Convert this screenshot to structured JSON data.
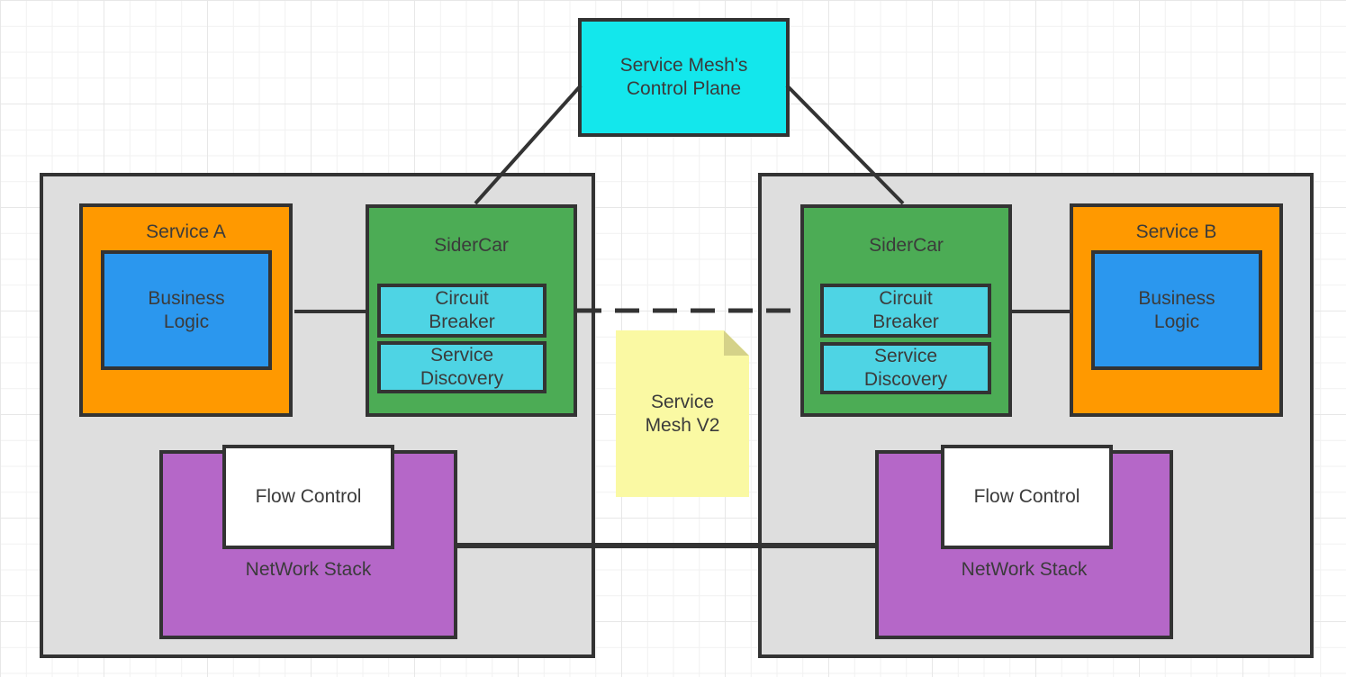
{
  "colors": {
    "background": "#FFFFFF",
    "grid_minor": "#F1F1F1",
    "grid_major": "#E7E7E7",
    "container_fill": "#DEDEDE",
    "orange": "#FF9900",
    "blue": "#2B97EE",
    "green": "#4CAC55",
    "teal": "#4ED4E4",
    "cyan": "#13E7EC",
    "purple": "#B567C8",
    "white": "#FFFFFF",
    "note_fill": "#FAF9A3",
    "note_fold": "#D5D289",
    "stroke": "#333333",
    "text": "#3B3B3B"
  },
  "control_plane": {
    "label": "Service Mesh's\nControl Plane"
  },
  "note": {
    "label": "Service\nMesh V2"
  },
  "pod_left": {
    "service": {
      "label": "Service A"
    },
    "business_logic": {
      "label": "Business\nLogic"
    },
    "sidecar": {
      "label": "SiderCar"
    },
    "circuit_breaker": {
      "label": "Circuit\nBreaker"
    },
    "service_discovery": {
      "label": "Service\nDiscovery"
    },
    "flow_control": {
      "label": "Flow Control"
    },
    "network_stack": {
      "label": "NetWork Stack"
    }
  },
  "pod_right": {
    "service": {
      "label": "Service B"
    },
    "business_logic": {
      "label": "Business\nLogic"
    },
    "sidecar": {
      "label": "SiderCar"
    },
    "circuit_breaker": {
      "label": "Circuit\nBreaker"
    },
    "service_discovery": {
      "label": "Service\nDiscovery"
    },
    "flow_control": {
      "label": "Flow Control"
    },
    "network_stack": {
      "label": "NetWork Stack"
    }
  }
}
